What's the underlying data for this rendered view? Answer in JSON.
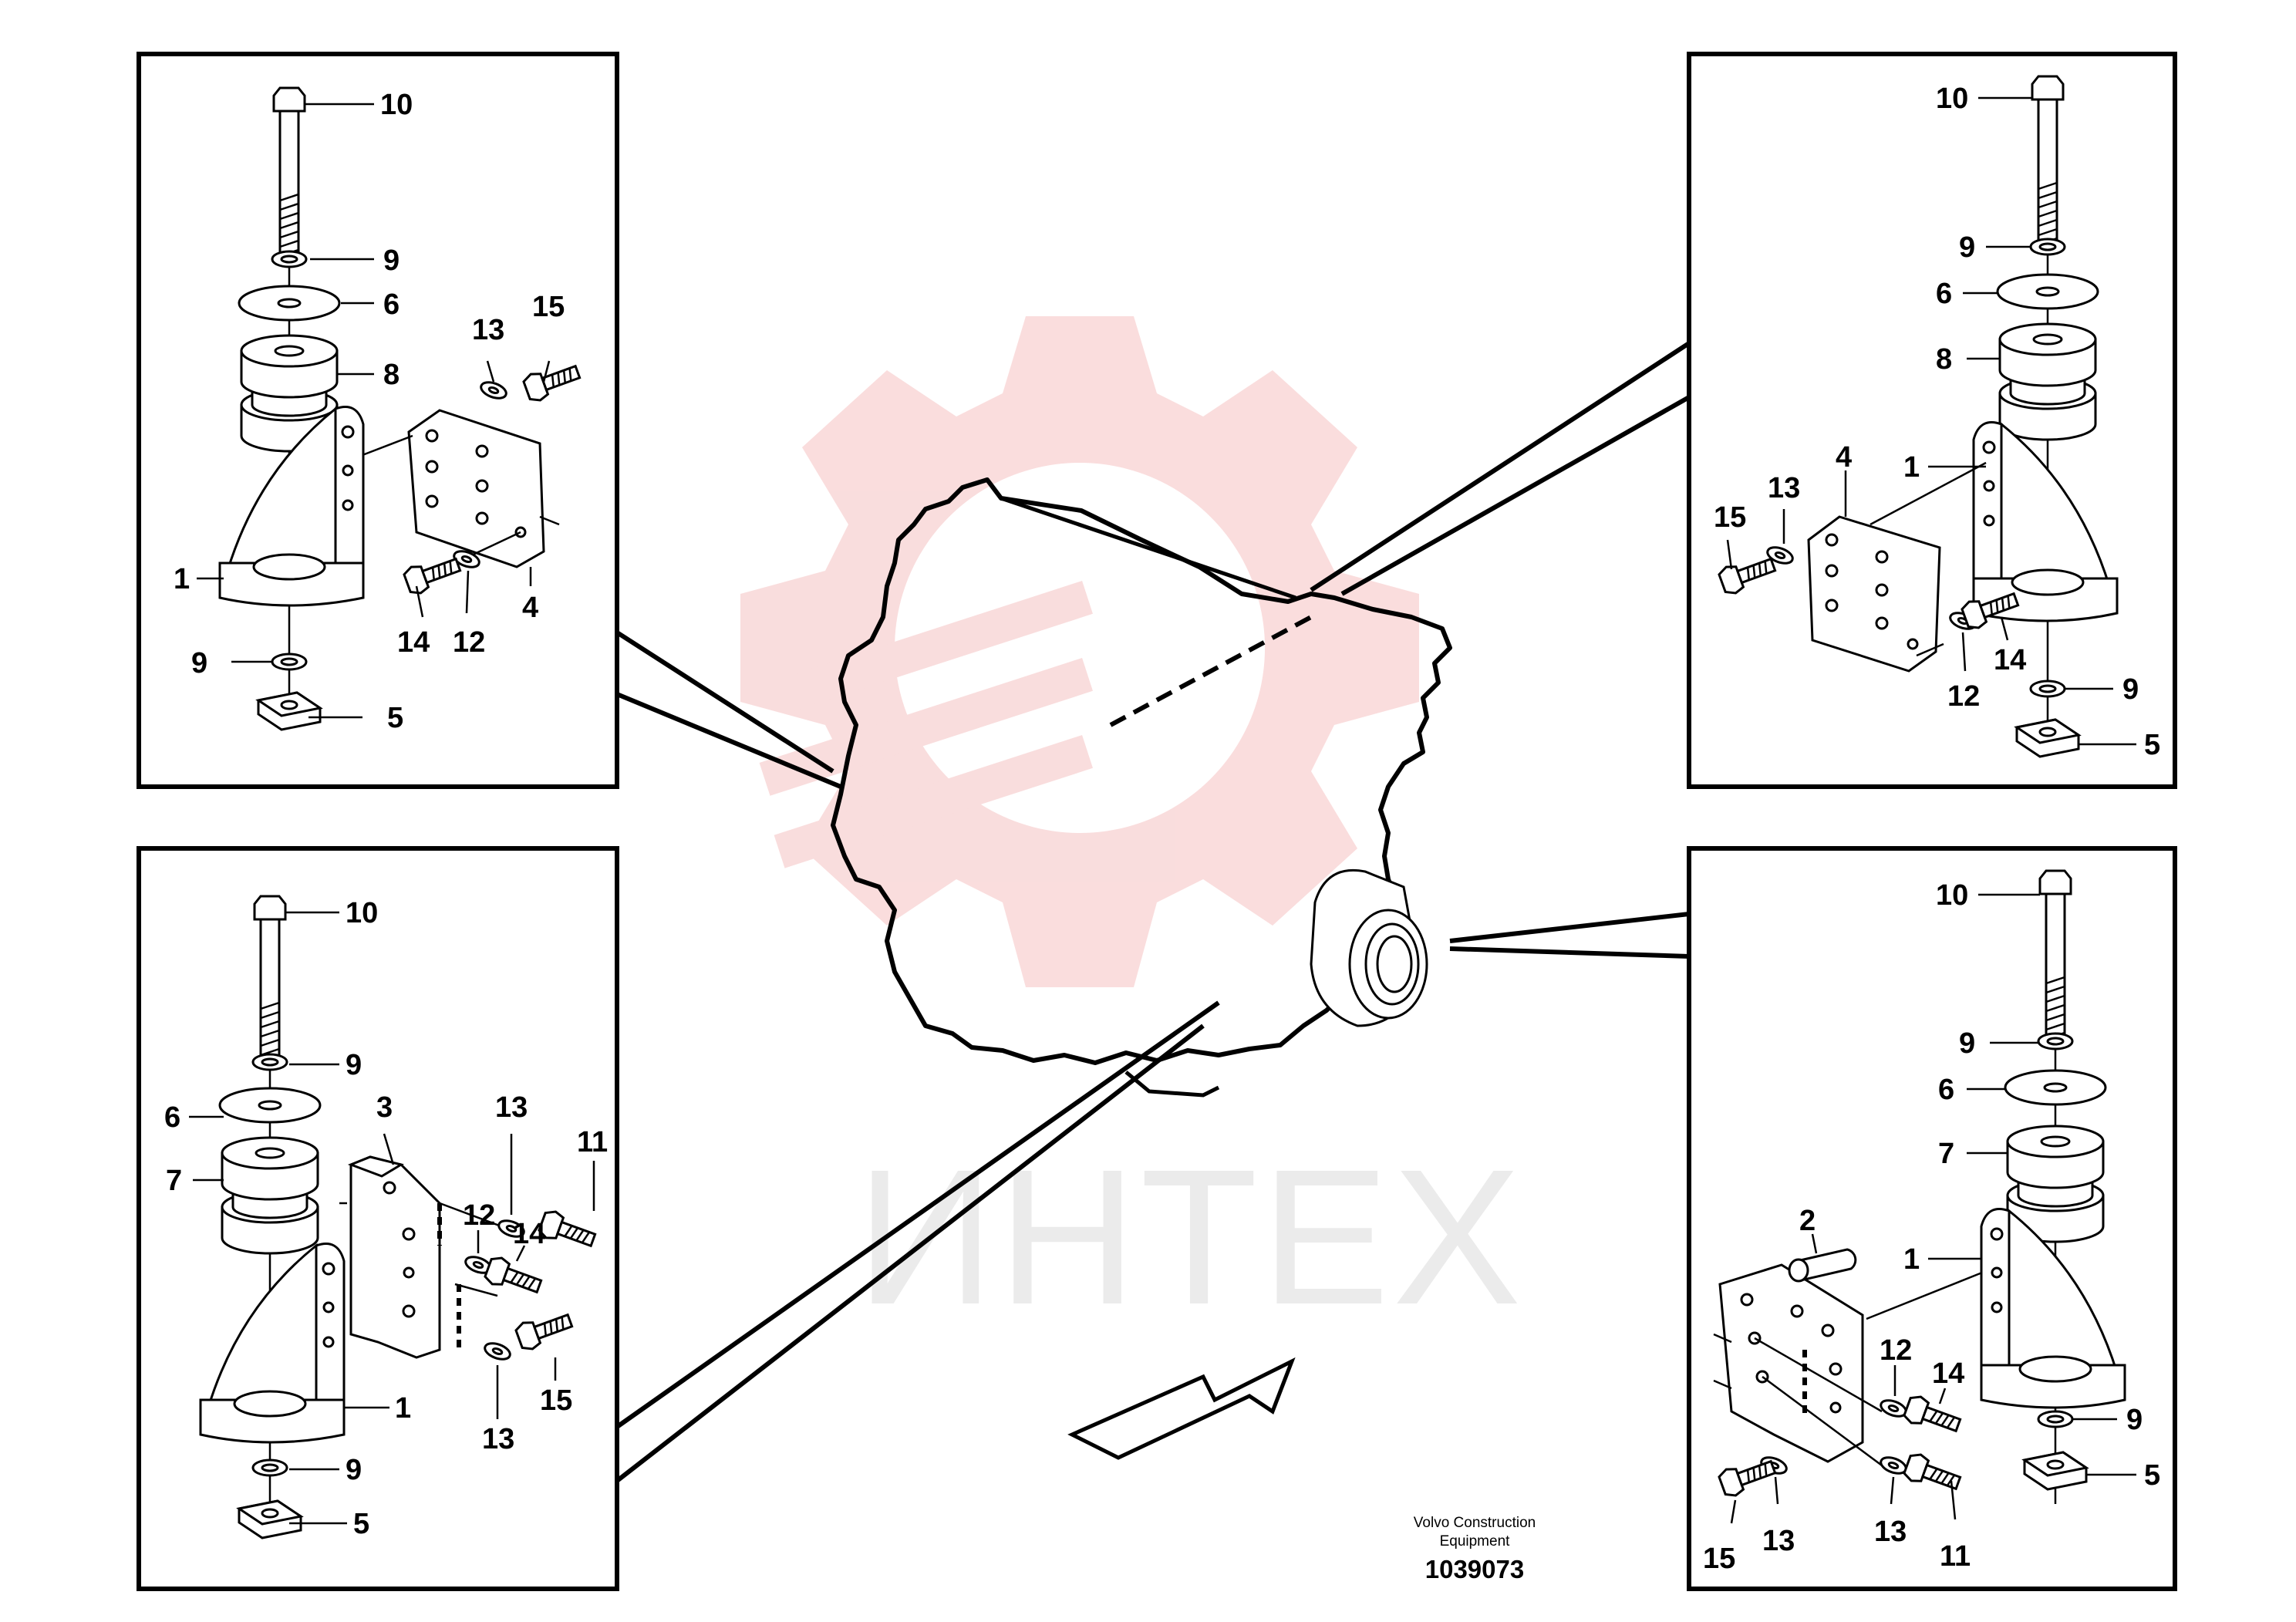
{
  "watermark": {
    "text": "ИНТЕХ",
    "logo": "gear-logo",
    "color": "#f8d2d2"
  },
  "credit": {
    "line1": "Volvo Construction",
    "line2": "Equipment"
  },
  "document_number": "1039073",
  "panels": {
    "top_left": {
      "labels": [
        "10",
        "9",
        "6",
        "8",
        "13",
        "15",
        "1",
        "14",
        "12",
        "4",
        "9",
        "5"
      ]
    },
    "top_right": {
      "labels": [
        "10",
        "9",
        "6",
        "8",
        "4",
        "1",
        "13",
        "15",
        "14",
        "12",
        "9",
        "5"
      ]
    },
    "bottom_left": {
      "labels": [
        "10",
        "9",
        "6",
        "3",
        "13",
        "11",
        "7",
        "12",
        "14",
        "1",
        "13",
        "15",
        "9",
        "5"
      ]
    },
    "bottom_right": {
      "labels": [
        "10",
        "9",
        "6",
        "7",
        "2",
        "1",
        "12",
        "14",
        "9",
        "5",
        "15",
        "13",
        "13",
        "11"
      ]
    }
  }
}
